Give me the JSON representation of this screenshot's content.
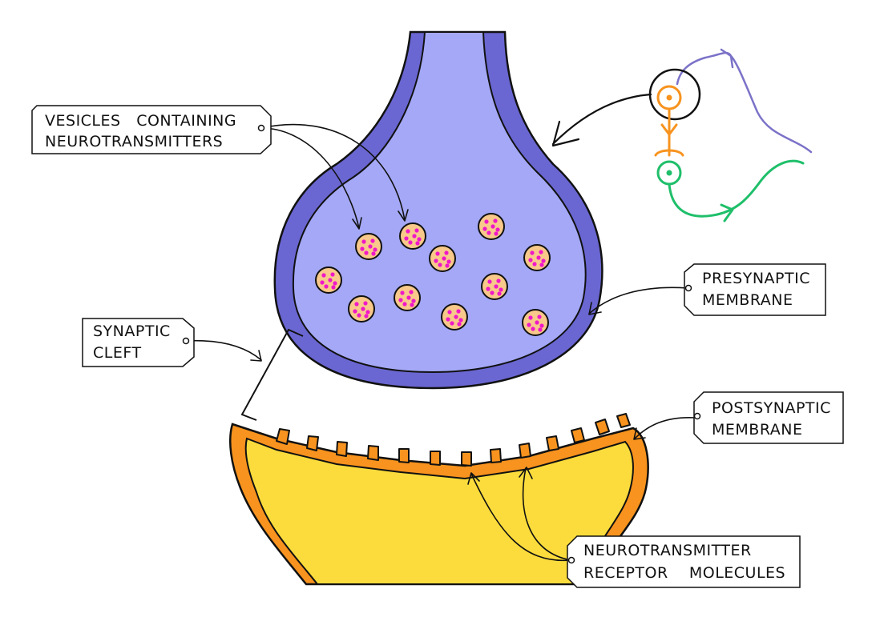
{
  "labels": {
    "vesicles": {
      "line1": "VESICLES   CONTAINING",
      "line2": "NEUROTRANSMITTERS"
    },
    "presynaptic": {
      "line1": "PRESYNAPTIC",
      "line2": "MEMBRANE"
    },
    "cleft": {
      "line1": "SYNAPTIC",
      "line2": "CLEFT"
    },
    "postsynaptic": {
      "line1": "POSTSYNAPTIC",
      "line2": "MEMBRANE"
    },
    "receptors": {
      "line1": "NEUROTRANSMITTER",
      "line2": "RECEPTOR    MOLECULES"
    }
  },
  "colors": {
    "presynaptic_fill": "#a4a8f6",
    "presynaptic_membrane": "#6a67d2",
    "postsynaptic_fill": "#fbdc3c",
    "postsynaptic_membrane": "#f7931e",
    "vesicle_fill": "#f8c98a",
    "neurotransmitter": "#f018c8",
    "neuron_sensory": "#7b72c8",
    "neuron_relay": "#f7931e",
    "neuron_motor": "#1fbf6a"
  }
}
